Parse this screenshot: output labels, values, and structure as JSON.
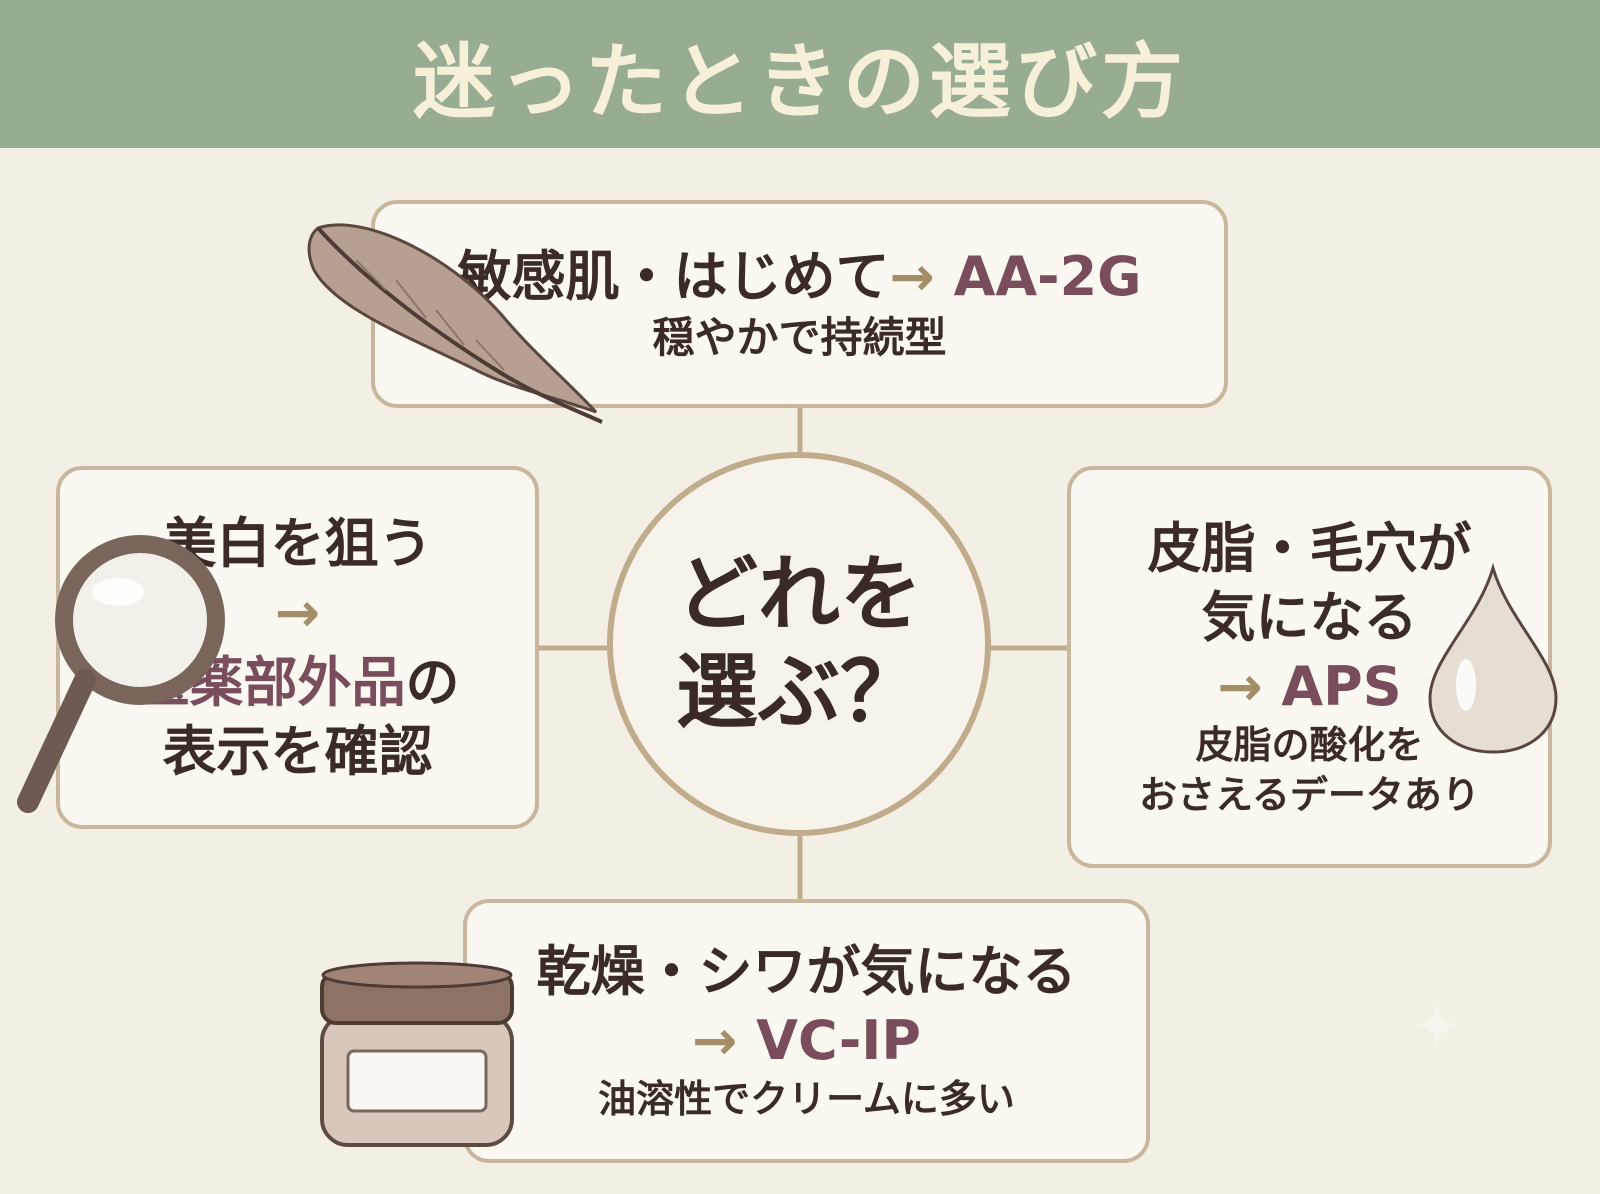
{
  "header": {
    "title": "迷ったときの選び方"
  },
  "center": {
    "line1": "どれを",
    "line2": "選ぶ？"
  },
  "top_box": {
    "condition": "敏感肌・はじめて",
    "arrow": "→",
    "product": "AA-2G",
    "note": "穏やかで持続型"
  },
  "left_box": {
    "condition": "美白を狙う",
    "arrow": "→",
    "highlight": "医薬部外品",
    "particle": "の",
    "note": "表示を確認"
  },
  "right_box": {
    "condition_line1": "皮脂・毛穴が",
    "condition_line2": "気になる",
    "arrow": "→",
    "product": "APS",
    "note_line1": "皮脂の酸化を",
    "note_line2": "おさえるデータあり"
  },
  "bottom_box": {
    "condition": "乾燥・シワが気になる",
    "arrow": "→",
    "product": "VC-IP",
    "note": "油溶性でクリームに多い"
  },
  "icons": [
    "feather-icon",
    "magnifying-glass-icon",
    "water-drop-icon",
    "cream-jar-icon",
    "sparkle-icon"
  ],
  "colors": {
    "header_bg": "#97ac91",
    "title_text": "#f7f0d8",
    "background": "#f4efe4",
    "box_border": "#c8b79e",
    "highlight": "#7a4d5c",
    "arrow": "#a48e68",
    "text": "#3b2b26"
  }
}
